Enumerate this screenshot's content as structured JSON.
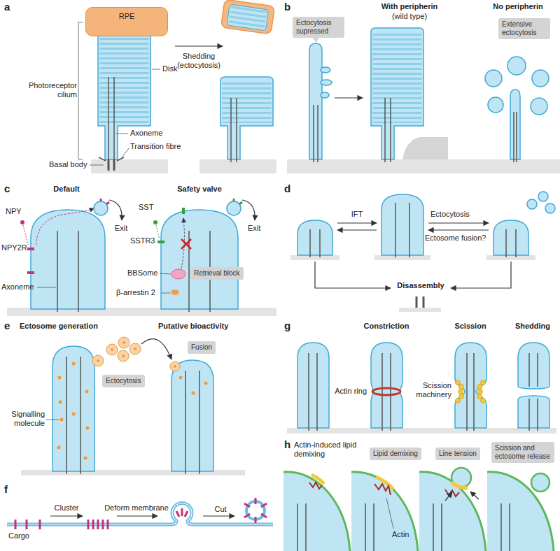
{
  "diagram": {
    "nodes": [
      {
        "text": [
          "RPE"
        ]
      },
      {
        "text": [
          "Ectocytosis supressed"
        ]
      },
      {
        "text": [
          "Extensive ectocytosis"
        ]
      },
      {
        "text": [
          "Retrieval block"
        ]
      },
      {
        "text": [
          "Ectocytosis"
        ]
      },
      {
        "text": [
          "Fusion"
        ]
      },
      {
        "text": [
          "Lipid demixing"
        ]
      },
      {
        "text": [
          "Line tension"
        ]
      },
      {
        "text": [
          "Scission and ectosome release"
        ]
      }
    ],
    "labels": [
      "a",
      "Photoreceptor cilium",
      "Disk",
      "Axoneme",
      "Transition fibre",
      "Basal body",
      "Shedding (ectocytosis)",
      "b",
      "With peripherin",
      "(wild type)",
      "No peripherin",
      "c",
      "Default",
      "Safety valve",
      "NPY",
      "NPY2R",
      "Exit",
      "SST",
      "SSTR3",
      "Exit",
      "BBSome",
      "β-arrestin 2",
      "Axoneme",
      "d",
      "IFT",
      "Ectocytosis",
      "Ectosome fusion?",
      "Disassembly",
      "e",
      "Ectosome generation",
      "Putative bioactivity",
      "Signalling molecule",
      "f",
      "Cargo",
      "Cluster",
      "Deform membrane",
      "Cut",
      "g",
      "Constriction",
      "Scission",
      "Shedding",
      "Actin ring",
      "Scission machinery",
      "h",
      "Actin-induced lipid demixing",
      "Actin"
    ]
  }
}
